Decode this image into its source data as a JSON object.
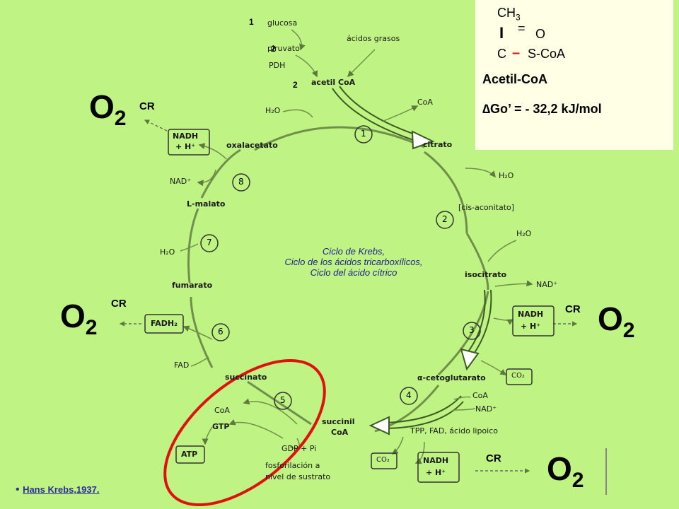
{
  "info_box": {
    "ch3": "CH",
    "ch3_sub": "3",
    "bar": "I",
    "o": "O",
    "c": "C",
    "dash": "–",
    "scoa": "S-CoA",
    "name": "Acetil-CoA",
    "delta": "∆G",
    "delta_rest": "o’ = - 32,2 kJ/mol"
  },
  "center_title": {
    "line1": "Ciclo de Krebs,",
    "line2": "Ciclo de los ácidos tricarboxílicos,",
    "line3": "Ciclo del ácido cítrico"
  },
  "o2_labels": {
    "o": "O",
    "sub": "2",
    "cr": "CR"
  },
  "markers": {
    "m1": "1",
    "m2a": "2",
    "m2b": "2"
  },
  "metabolites": {
    "glucosa": "glucosa",
    "piruvato": "piruvato",
    "pdh": "PDH",
    "acidos_grasos": "ácidos grasos",
    "acetil_coa": "acetil CoA",
    "h2o_top": "H₂O",
    "coa_top": "CoA",
    "oxalacetato": "oxalacetato",
    "citrato": "citrato",
    "h2o_a": "H₂O",
    "cis_aconitato": "[cis-aconitato]",
    "h2o_b": "H₂O",
    "isocitrato": "isocitrato",
    "nad_iso": "NAD⁺",
    "alfa_keto": "α-cetoglutarato",
    "co2_a": "CO₂",
    "coa_b": "CoA",
    "nad_b": "NAD⁺",
    "tpp": "TPP, FAD, ácido lipoico",
    "co2_b": "CO₂",
    "succinil": "succinil",
    "succinil2": "CoA",
    "gdp": "GDP + Pi",
    "fosfor1": "fosforilación a",
    "fosfor2": "nivel de sustrato",
    "coa_c": "CoA",
    "gtp": "GTP",
    "atp": "ATP",
    "succinato": "succinato",
    "fad": "FAD",
    "fadh2": "FADH₂",
    "fumarato": "fumarato",
    "h2o_c": "H₂O",
    "l_malato": "L-malato",
    "nad_left": "NAD⁺",
    "nadh_1": "NADH",
    "nadh_2": "+ H⁺"
  },
  "steps": [
    "1",
    "2",
    "3",
    "4",
    "5",
    "6",
    "7",
    "8"
  ],
  "credit": "Hans Krebs,1937.",
  "colors": {
    "background": "#bff383",
    "arrow": "#7a9a55",
    "red_oval": "#e01010",
    "title_blue": "#1f1f8f"
  }
}
